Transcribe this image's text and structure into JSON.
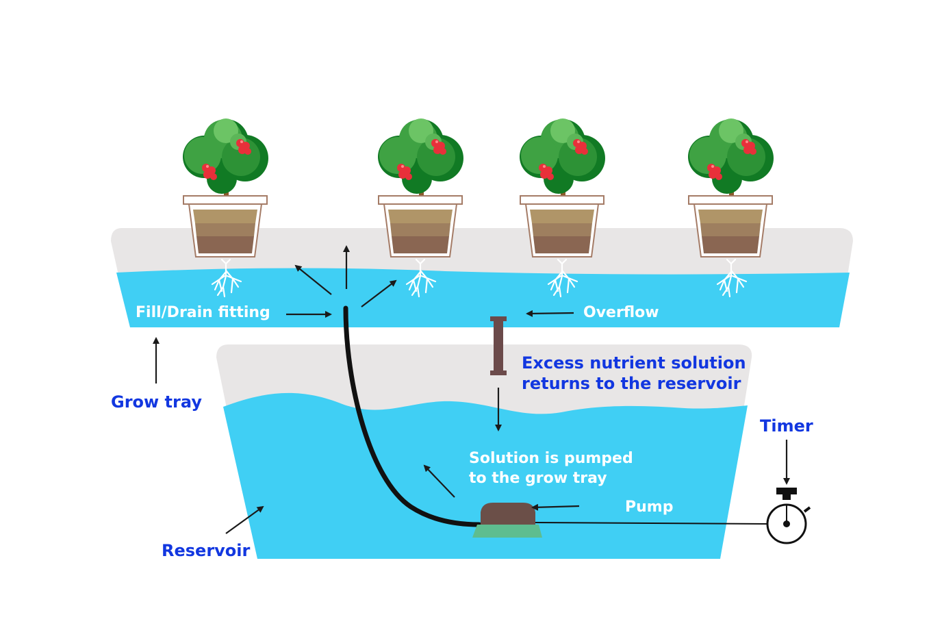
{
  "labels": {
    "fill_drain": "Fill/Drain fitting",
    "overflow": "Overflow",
    "excess_line1": "Excess nutrient solution",
    "excess_line2": "returns to the reservoir",
    "grow_tray": "Grow tray",
    "timer": "Timer",
    "pumped_line1": "Solution is pumped",
    "pumped_line2": "to the grow tray",
    "pump": "Pump",
    "reservoir": "Reservoir"
  },
  "colors": {
    "water": "#40cff4",
    "tray_gray": "#e8e6e6",
    "label_blue": "#1237e0",
    "label_white": "#ffffff",
    "arrow": "#1a1a1a",
    "hose": "#111111",
    "pump_top": "#6b4f48",
    "pump_base": "#5ebd8f",
    "overflow_pipe": "#6b4a4a",
    "leaf_dark": "#117a24",
    "leaf_mid": "#3fa243",
    "leaf_light": "#6cc465",
    "fruit": "#e8303a",
    "soil_top": "#b09568",
    "soil_mid": "#9e7f5f",
    "soil_bottom": "#8a6652"
  },
  "icons": {
    "plants": "potted-plant-icon",
    "roots": "root-icon",
    "timer": "stopwatch-icon"
  }
}
